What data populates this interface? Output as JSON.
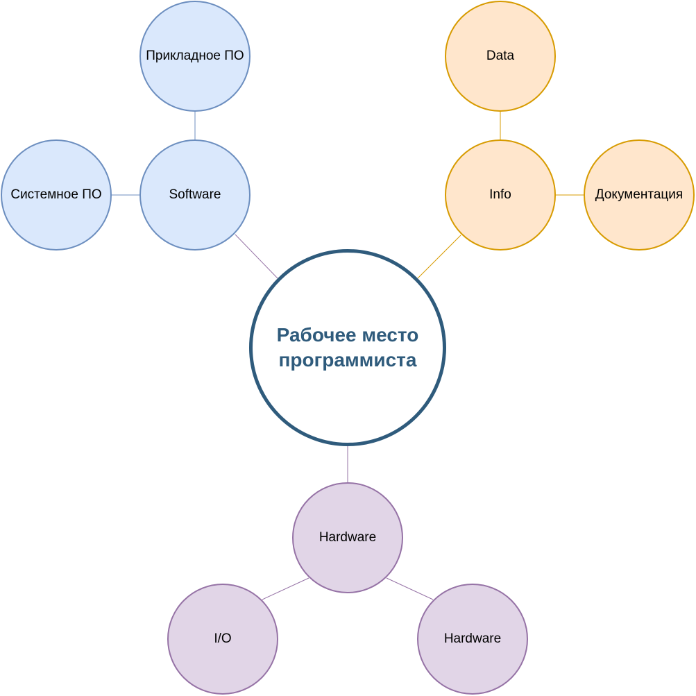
{
  "colors": {
    "software_fill": "#dae8fc",
    "software_stroke": "#6c8ebf",
    "info_fill": "#ffe6cc",
    "info_stroke": "#d79b00",
    "hardware_fill": "#e1d5e7",
    "hardware_stroke": "#9673a6",
    "center_stroke": "#2f5b7c",
    "center_text": "#2f5b7c"
  },
  "center": {
    "label": "Рабочее место программиста"
  },
  "software": {
    "label": "Software",
    "children": [
      {
        "label": "Прикладное ПО"
      },
      {
        "label": "Системное ПО"
      }
    ]
  },
  "info": {
    "label": "Info",
    "children": [
      {
        "label": "Data"
      },
      {
        "label": "Документация"
      }
    ]
  },
  "hardware": {
    "label": "Hardware",
    "children": [
      {
        "label": "I/O"
      },
      {
        "label": "Hardware"
      }
    ]
  }
}
